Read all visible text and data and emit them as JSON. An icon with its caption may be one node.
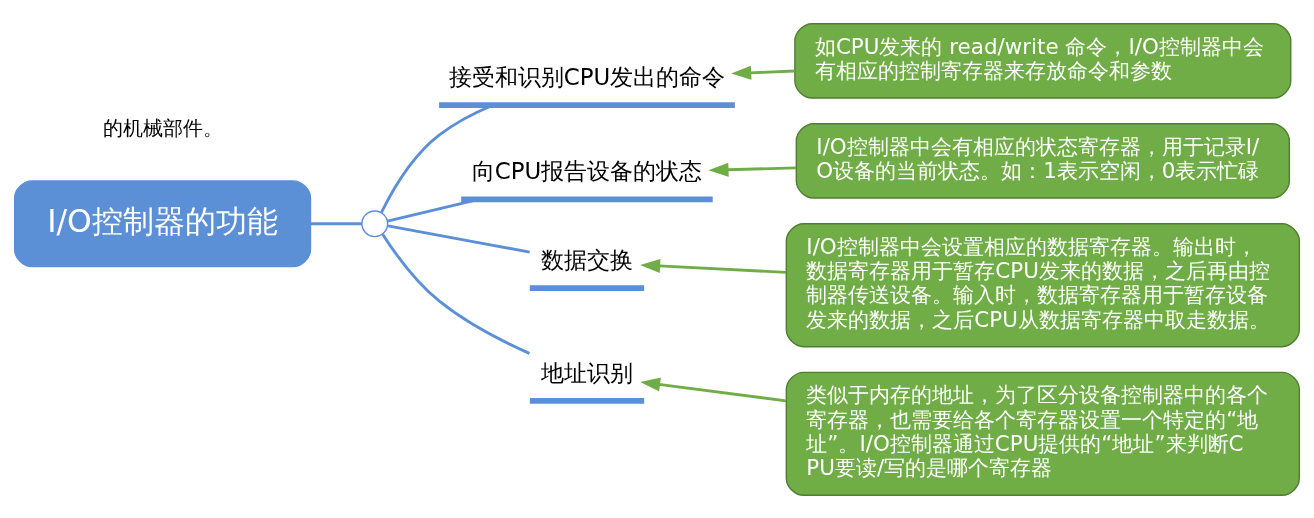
{
  "diagram": {
    "nodes": [
      {
        "text": [
          "I/O控制器的功能"
        ]
      },
      {
        "text": [],
        "shape": "circle"
      },
      {
        "text": [
          "接受和识别CPU发出的命令"
        ]
      },
      {
        "text": [
          "向CPU报告设备的状态"
        ]
      },
      {
        "text": [
          "数据交换"
        ]
      },
      {
        "text": [
          "地址识别"
        ]
      },
      {
        "text": [
          "如CPU发来的 read/write 命令，I/O控制器中会有相应的控制寄存器来存放命令和参数"
        ]
      },
      {
        "text": [
          "I/O控制器中会有相应的状态寄存器，用于记录I/O设备的当前状态。如：1表示空闲，0表示忙碌"
        ]
      },
      {
        "text": [
          "I/O控制器中会设置相应的数据寄存器。输出时，数据寄存器用于暂存CPU发来的数据，之后再由控制器传送设备。输入时，数据寄存器用于暂存设备发来的数据，之后CPU从数据寄存器中取走数据。"
        ]
      },
      {
        "text": [
          "类似于内存的地址，为了区分设备控制器中的各个寄存器，也需要给各个寄存器设置一个特定的“地址”。I/O控制器通过CPU提供的“地址”来判断CPU要读/写的是哪个寄存器"
        ]
      }
    ],
    "edges": [
      {
        "from": 0,
        "to": 1,
        "arrow": "none"
      },
      {
        "from": 1,
        "to": 2,
        "arrow": "none"
      },
      {
        "from": 1,
        "to": 3,
        "arrow": "none"
      },
      {
        "from": 1,
        "to": 4,
        "arrow": "none"
      },
      {
        "from": 1,
        "to": 5,
        "arrow": "none"
      },
      {
        "from": 6,
        "to": 2,
        "arrow": "to",
        "color": "#70ad47"
      },
      {
        "from": 7,
        "to": 3,
        "arrow": "to",
        "color": "#70ad47"
      },
      {
        "from": 8,
        "to": 4,
        "arrow": "to",
        "color": "#70ad47"
      },
      {
        "from": 9,
        "to": 5,
        "arrow": "to",
        "color": "#70ad47"
      }
    ],
    "labels": [
      "的机械部件。"
    ]
  }
}
